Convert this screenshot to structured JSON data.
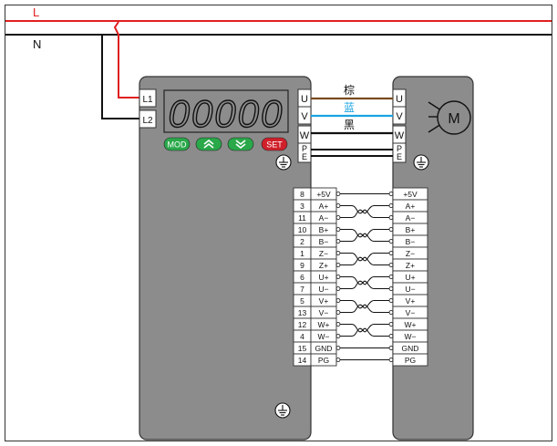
{
  "mains": {
    "line_label": "L",
    "neutral_label": "N",
    "line_color": "#e02020",
    "neutral_color": "#111111"
  },
  "driver": {
    "inputs": [
      "L1",
      "L2"
    ],
    "display": "00000",
    "buttons": [
      {
        "label": "MOD",
        "kind": "text",
        "color": "#2aa84a"
      },
      {
        "label": "up",
        "kind": "icon",
        "icon": "double-chevron-up-icon",
        "color": "#2aa84a"
      },
      {
        "label": "down",
        "kind": "icon",
        "icon": "double-chevron-down-icon",
        "color": "#2aa84a"
      },
      {
        "label": "SET",
        "kind": "text",
        "color": "#d0202a"
      }
    ],
    "power_terminals": [
      "U",
      "V",
      "W",
      "PE"
    ],
    "signal_terminals": [
      {
        "pin": "8",
        "name": "+5V"
      },
      {
        "pin": "3",
        "name": "A+"
      },
      {
        "pin": "11",
        "name": "A−"
      },
      {
        "pin": "10",
        "name": "B+"
      },
      {
        "pin": "2",
        "name": "B−"
      },
      {
        "pin": "1",
        "name": "Z−"
      },
      {
        "pin": "9",
        "name": "Z+"
      },
      {
        "pin": "6",
        "name": "U+"
      },
      {
        "pin": "7",
        "name": "U−"
      },
      {
        "pin": "5",
        "name": "V+"
      },
      {
        "pin": "13",
        "name": "V−"
      },
      {
        "pin": "12",
        "name": "W+"
      },
      {
        "pin": "4",
        "name": "W−"
      },
      {
        "pin": "15",
        "name": "GND"
      },
      {
        "pin": "14",
        "name": "PG"
      }
    ]
  },
  "motor": {
    "label": "M",
    "power_terminals": [
      "U",
      "V",
      "W",
      "PE"
    ],
    "signal_terminals": [
      "+5V",
      "A+",
      "A−",
      "B+",
      "B−",
      "Z−",
      "Z+",
      "U+",
      "U−",
      "V+",
      "V−",
      "W+",
      "W−",
      "GND",
      "PG"
    ]
  },
  "wires": [
    {
      "label": "棕",
      "color": "#7a4a1e"
    },
    {
      "label": "蓝",
      "color": "#1aa4e0"
    },
    {
      "label": "黑",
      "color": "#111111"
    }
  ],
  "twisted_pairs": [
    [
      1,
      2
    ],
    [
      3,
      4
    ],
    [
      5,
      6
    ],
    [
      7,
      8
    ],
    [
      9,
      10
    ],
    [
      11,
      12
    ]
  ],
  "colors": {
    "panel": "#8c8c8c",
    "panel_border": "#333333",
    "display_bg": "#8c8c8c"
  },
  "icons": {
    "ground": "ground-icon"
  }
}
